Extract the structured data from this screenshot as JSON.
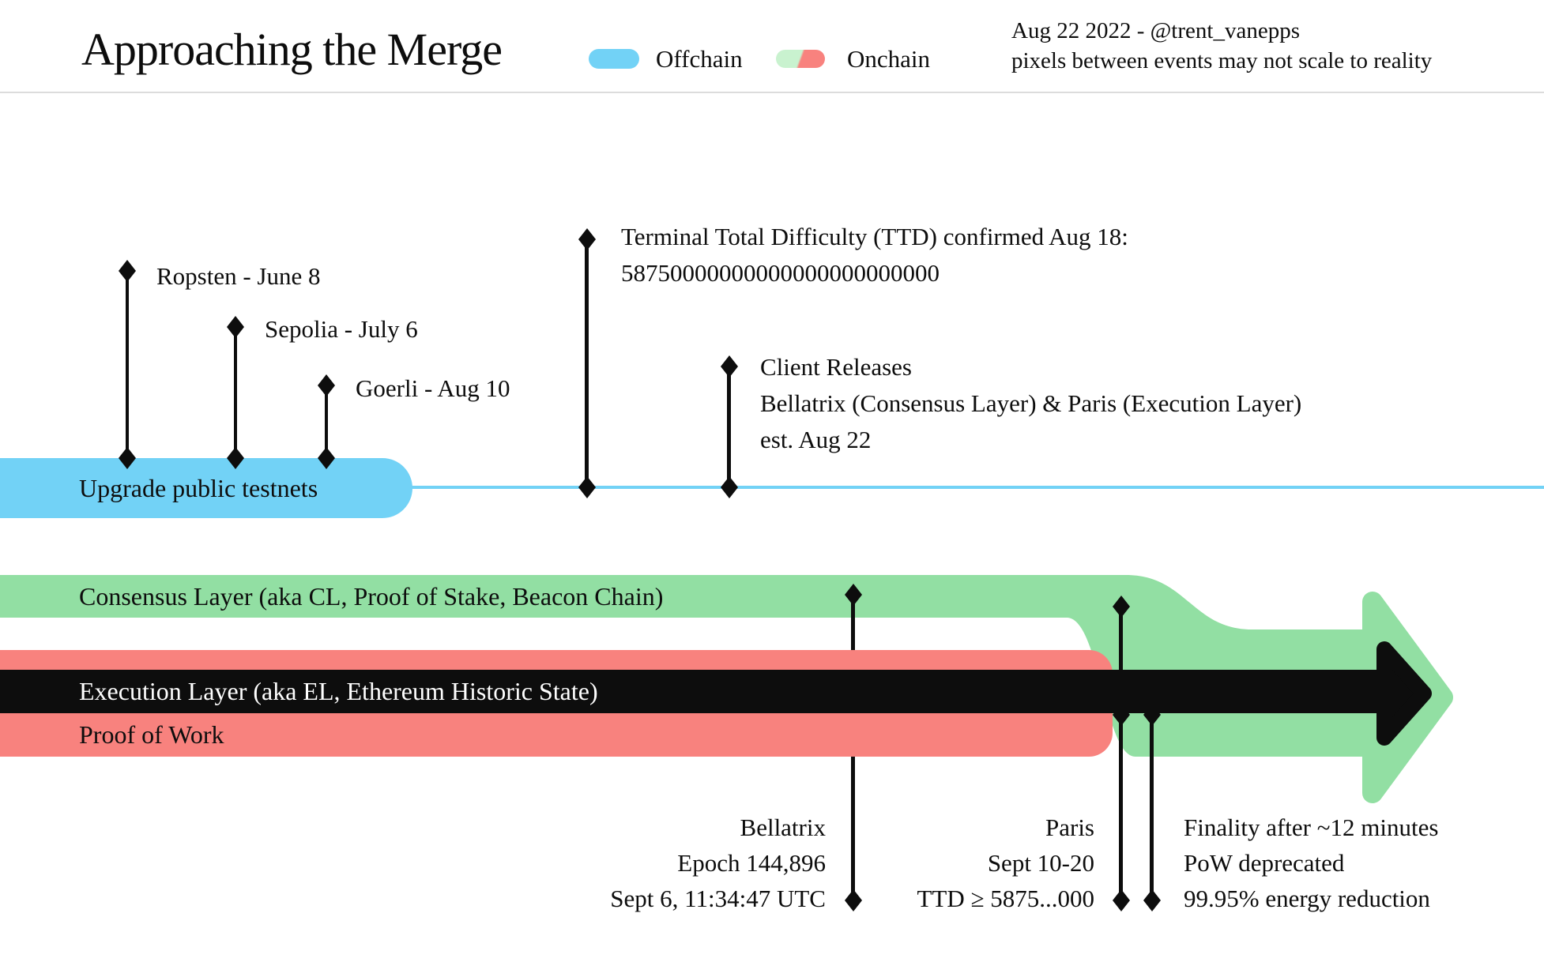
{
  "header": {
    "title": "Approaching the Merge",
    "legend": {
      "offchain_label": "Offchain",
      "onchain_label": "Onchain"
    },
    "credit": {
      "line1": "Aug 22 2022 - @trent_vanepps",
      "line2": "pixels between events may not scale to reality"
    }
  },
  "colors": {
    "offchain_blue": "#72d2f6",
    "onchain_green": "#92dfa3",
    "onchain_green_light": "#c9f2cf",
    "onchain_red": "#f8827e",
    "ink": "#0d0d0d"
  },
  "offchain_track": {
    "bar_label": "Upgrade public testnets",
    "testnets": [
      {
        "label": "Ropsten - June 8"
      },
      {
        "label": "Sepolia - July 6"
      },
      {
        "label": "Goerli - Aug 10"
      }
    ],
    "ttd_confirmed": {
      "line1": "Terminal Total Difficulty (TTD) confirmed Aug 18:",
      "line2": "58750000000000000000000000"
    },
    "client_releases": {
      "line1": "Client Releases",
      "line2": "Bellatrix (Consensus Layer) & Paris (Execution Layer)",
      "line3": "est. Aug 22"
    }
  },
  "onchain_track": {
    "consensus_label": "Consensus Layer (aka CL, Proof of Stake, Beacon Chain)",
    "execution_label": "Execution Layer (aka EL, Ethereum Historic State)",
    "pow_label": "Proof of Work"
  },
  "milestones": {
    "bellatrix": {
      "line1": "Bellatrix",
      "line2": "Epoch 144,896",
      "line3": "Sept 6, 11:34:47 UTC"
    },
    "paris": {
      "line1": "Paris",
      "line2": "Sept 10-20",
      "line3": "TTD ≥ 5875...000"
    },
    "finality": {
      "line1": "Finality after ~12 minutes",
      "line2": "PoW deprecated",
      "line3": "99.95% energy reduction"
    }
  }
}
